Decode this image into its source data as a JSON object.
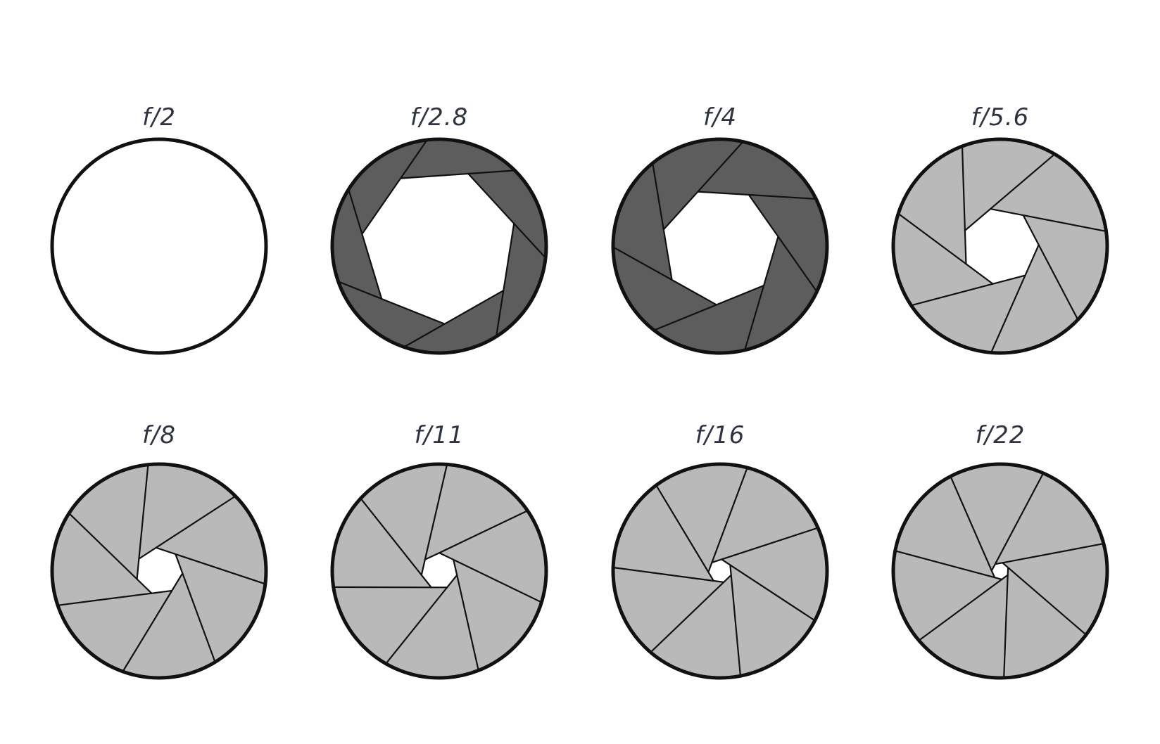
{
  "colors": {
    "background": "#fefefe",
    "outline": "#111111",
    "blade_dark": "#5d5d5d",
    "blade_light": "#b9b9b9",
    "opening": "#ffffff",
    "label": "#2e3340"
  },
  "apertures": [
    {
      "label": "f/2",
      "opening_fraction": 1.0,
      "blade_shade": "none",
      "blade_count": 0
    },
    {
      "label": "f/2.8",
      "opening_fraction": 0.73,
      "blade_shade": "dark",
      "blade_count": 7
    },
    {
      "label": "f/4",
      "opening_fraction": 0.55,
      "blade_shade": "dark",
      "blade_count": 7
    },
    {
      "label": "f/5.6",
      "opening_fraction": 0.36,
      "blade_shade": "light",
      "blade_count": 7
    },
    {
      "label": "f/8",
      "opening_fraction": 0.22,
      "blade_shade": "light",
      "blade_count": 7
    },
    {
      "label": "f/11",
      "opening_fraction": 0.17,
      "blade_shade": "light",
      "blade_count": 7
    },
    {
      "label": "f/16",
      "opening_fraction": 0.11,
      "blade_shade": "light",
      "blade_count": 7
    },
    {
      "label": "f/22",
      "opening_fraction": 0.08,
      "blade_shade": "light",
      "blade_count": 7
    }
  ]
}
